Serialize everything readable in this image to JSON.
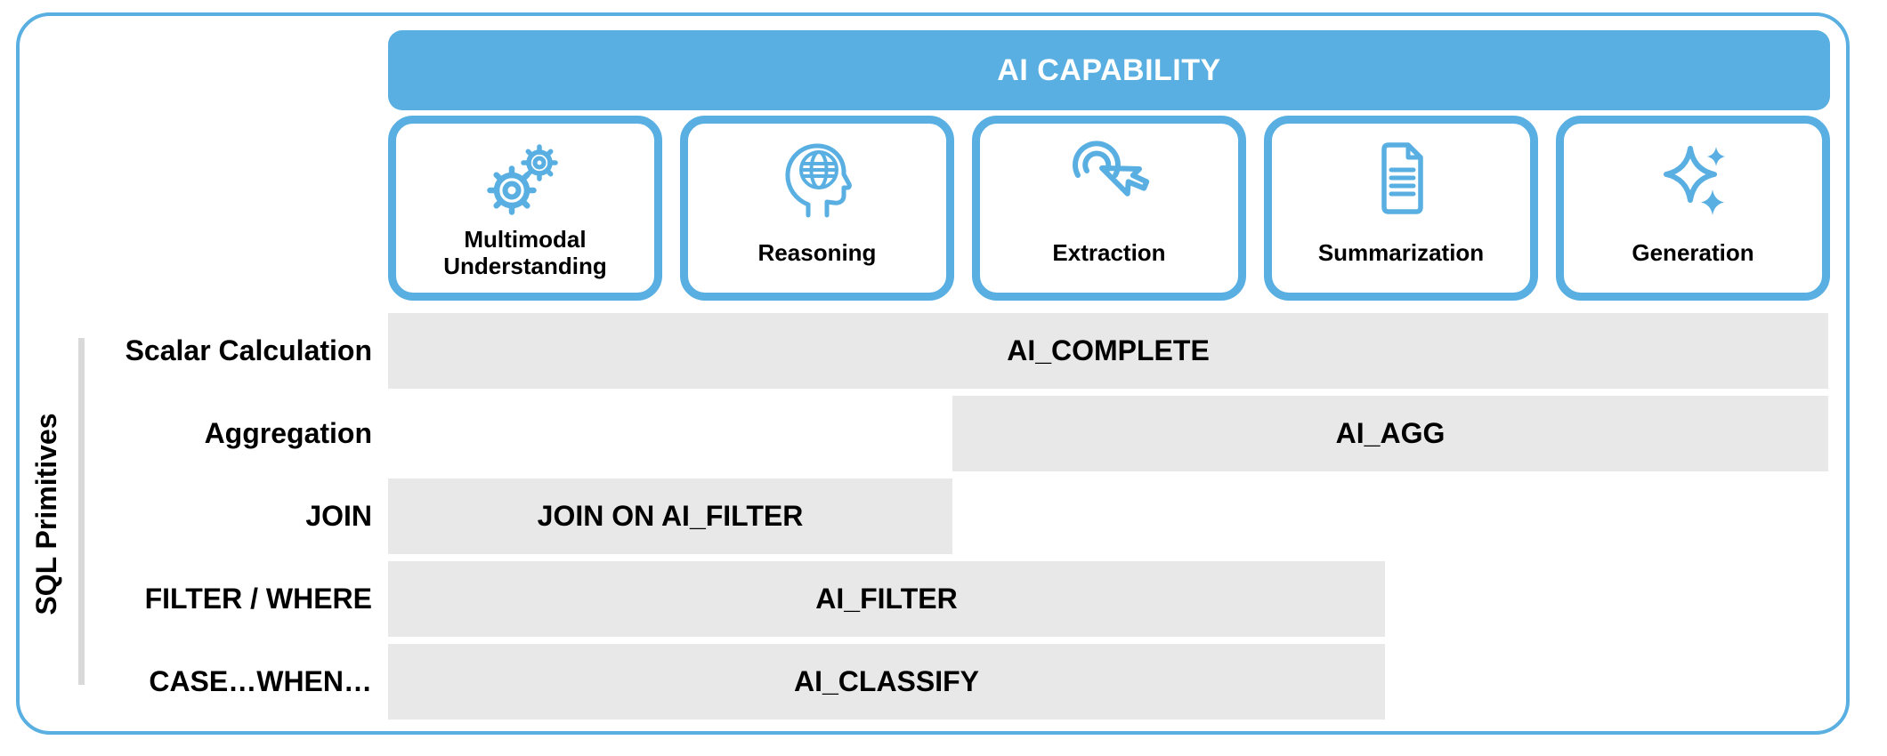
{
  "colors": {
    "accent": "#59AFE1",
    "bar_background": "#E8E8E8",
    "axis_line": "#D9D9D9",
    "header_text": "#FFFFFF",
    "text": "#000000"
  },
  "banner": {
    "label": "AI CAPABILITY"
  },
  "capabilities": [
    {
      "label": "Multimodal Understanding",
      "icon": "gears-icon"
    },
    {
      "label": "Reasoning",
      "icon": "head-globe-icon"
    },
    {
      "label": "Extraction",
      "icon": "cursor-click-icon"
    },
    {
      "label": "Summarization",
      "icon": "document-icon"
    },
    {
      "label": "Generation",
      "icon": "sparkles-icon"
    }
  ],
  "axis": {
    "label": "SQL Primitives"
  },
  "rows": [
    {
      "label": "Scalar Calculation",
      "function": "AI_COMPLETE",
      "span_columns": [
        1,
        5
      ]
    },
    {
      "label": "Aggregation",
      "function": "AI_AGG",
      "span_columns": [
        3,
        5
      ]
    },
    {
      "label": "JOIN",
      "function": "JOIN ON AI_FILTER",
      "span_columns": [
        1,
        2
      ]
    },
    {
      "label": "FILTER / WHERE",
      "function": "AI_FILTER",
      "span_columns": [
        1,
        3.5
      ]
    },
    {
      "label": "CASE…WHEN…",
      "function": "AI_CLASSIFY",
      "span_columns": [
        1,
        3.5
      ]
    }
  ]
}
